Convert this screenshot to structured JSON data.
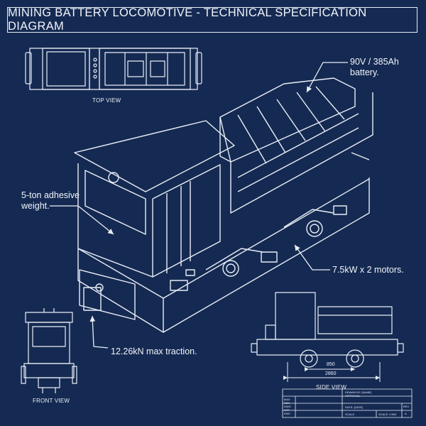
{
  "title": "MINING BATTERY LOCOMOTIVE - TECHNICAL SPECIFICATION DIAGRAM",
  "views": {
    "top": "TOP VIEW",
    "front": "FRONT VIEW",
    "side": "SIDE VIEW"
  },
  "callouts": {
    "battery_line1": "90V / 385Ah",
    "battery_line2": "battery.",
    "weight_line1": "5-ton adhesive",
    "weight_line2": "weight.",
    "motors": "7.5kW x 2 motors.",
    "traction": "12.26kN max traction."
  },
  "dimensions": {
    "inner": "850",
    "overall": "2860"
  },
  "title_block": {
    "drawn_by": "DRAWN BY: [NAME]",
    "approval": "APPROVAL",
    "date": "DATE: [DATE]",
    "scale": "SCALE",
    "scale_value": "SCALE: 2:500",
    "rev": "REV",
    "rev_value": "A",
    "rows": [
      "MAX",
      "SBS",
      "DWG",
      "APP",
      "ENG"
    ]
  },
  "colors": {
    "background": "#152a52",
    "line": "#e9eef7"
  }
}
